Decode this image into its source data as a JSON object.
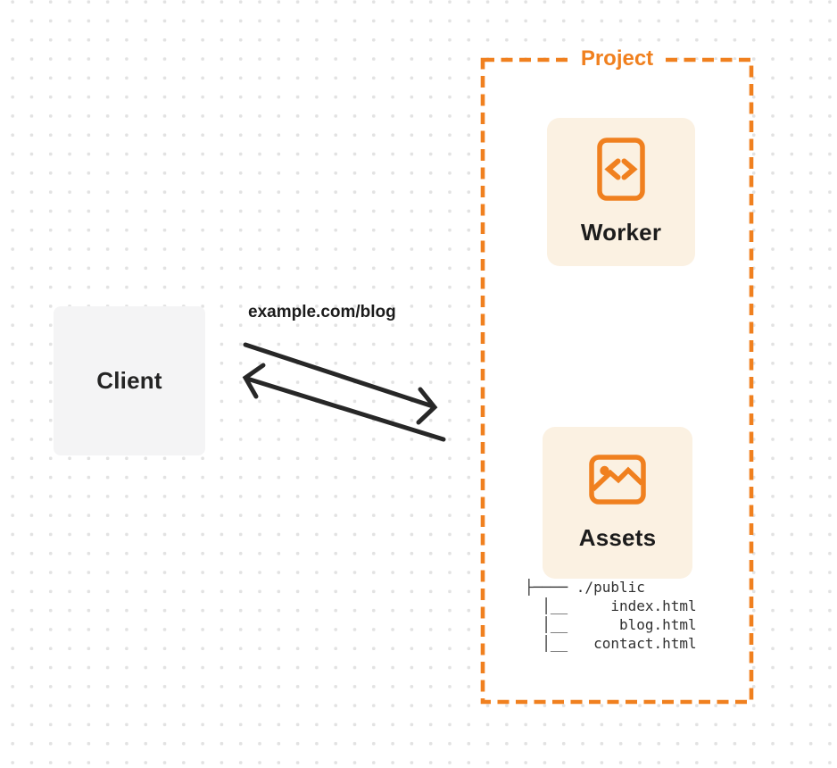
{
  "client": {
    "label": "Client"
  },
  "request": {
    "url_label": "example.com/blog"
  },
  "project": {
    "label": "Project",
    "cards": [
      {
        "name": "worker",
        "label": "Worker",
        "icon": "code-file-icon"
      },
      {
        "name": "assets",
        "label": "Assets",
        "icon": "image-icon"
      }
    ],
    "file_tree": {
      "root": "./public",
      "files": [
        "index.html",
        "blog.html",
        "contact.html"
      ],
      "display_text": "├──── ./public\n  │__     index.html\n  │__      blog.html\n  │__   contact.html"
    }
  },
  "colors": {
    "accent_orange": "#f0801f",
    "card_background": "#fbf1e2",
    "client_background": "#f4f4f5",
    "arrow": "#272727",
    "dot_grid": "#e2e2e2"
  }
}
